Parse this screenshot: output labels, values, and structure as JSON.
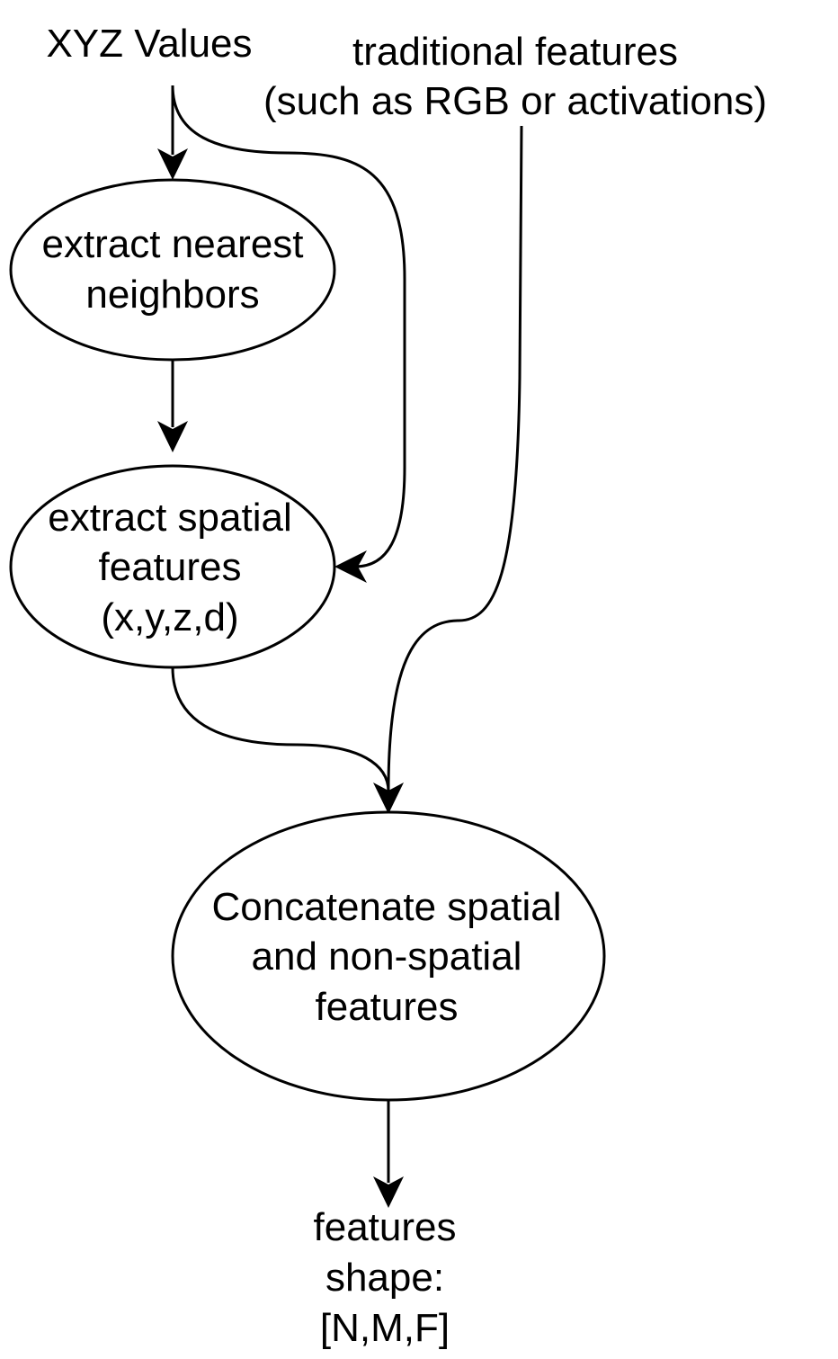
{
  "diagram": {
    "inputs": {
      "xyz": "XYZ Values",
      "traditional_line1": "traditional features",
      "traditional_line2": "(such as RGB or activations)"
    },
    "nodes": {
      "neighbors": [
        "extract nearest",
        "neighbors"
      ],
      "spatial": [
        "extract spatial",
        "features",
        "(x,y,z,d)"
      ],
      "concat": [
        "Concatenate spatial",
        "and non-spatial",
        "features"
      ]
    },
    "output": [
      "features",
      "shape:",
      "[N,M,F]"
    ],
    "edges": [
      {
        "from": "XYZ Values",
        "to": "extract nearest neighbors"
      },
      {
        "from": "XYZ Values",
        "to": "extract spatial features (x,y,z,d)"
      },
      {
        "from": "extract nearest neighbors",
        "to": "extract spatial features (x,y,z,d)"
      },
      {
        "from": "traditional features (such as RGB or activations)",
        "to": "Concatenate spatial and non-spatial features"
      },
      {
        "from": "extract spatial features (x,y,z,d)",
        "to": "Concatenate spatial and non-spatial features"
      },
      {
        "from": "Concatenate spatial and non-spatial features",
        "to": "features shape: [N,M,F]"
      }
    ]
  }
}
